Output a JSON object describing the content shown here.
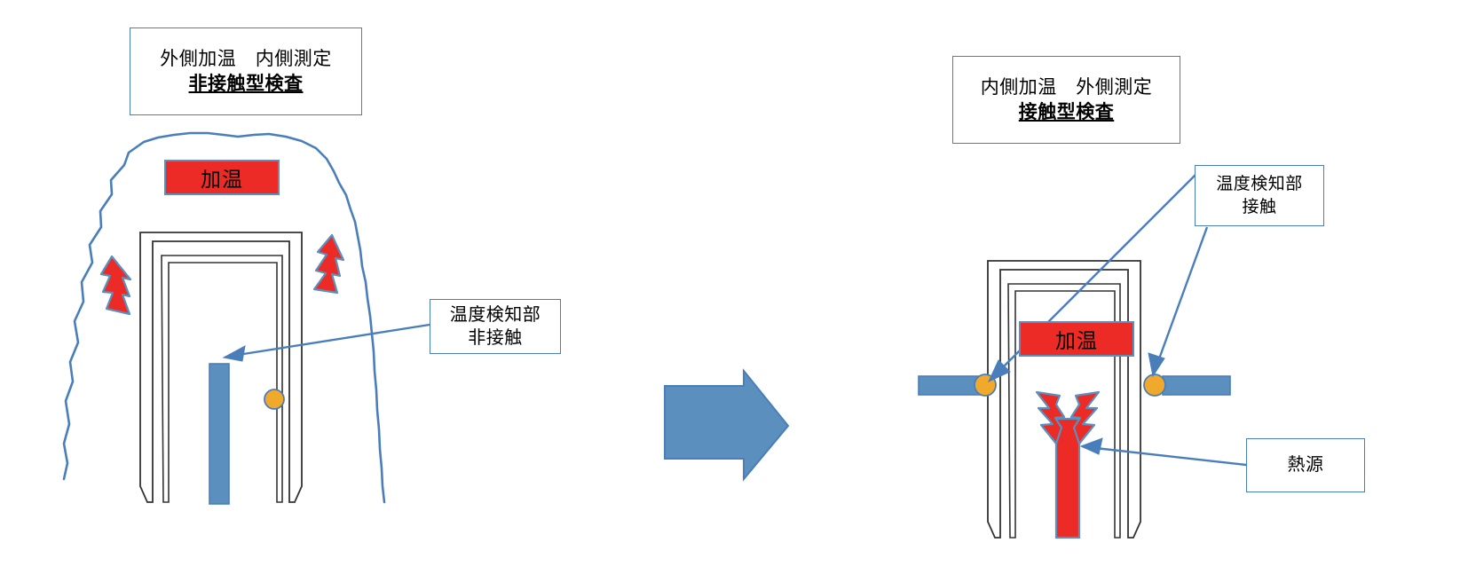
{
  "diagram": {
    "kind": "comparison-diagram",
    "colors": {
      "red": "#ED2B26",
      "blue_accent": "#4A7EBB",
      "blue_fill": "#5B8FBD",
      "orange": "#F0A92B",
      "outline_black": "#333333",
      "white": "#FFFFFF"
    },
    "left_panel": {
      "title": {
        "line1": "外側加温　内側測定",
        "line2": "非接触型検査"
      },
      "heat_label": "加温",
      "annotation": {
        "line1": "温度検知部",
        "line2": "非接触"
      },
      "shapes": {
        "body_outline": "hand-drawn torso",
        "door_frame": "double-walled frame",
        "sensor_bar_color": "#5B8FBD",
        "sensor_dot_color": "#F0A92B",
        "bolts": 2
      }
    },
    "transition": {
      "arrow": "right-block-arrow",
      "color": "#5B8FBD"
    },
    "right_panel": {
      "title": {
        "line1": "内側加温　外側測定",
        "line2": "接触型検査"
      },
      "heat_label": "加温",
      "annotation_sensor": {
        "line1": "温度検知部",
        "line2": "接触"
      },
      "annotation_heat": {
        "line1": "熱源"
      },
      "shapes": {
        "door_frame": "double-walled frame",
        "contact_bar_color": "#5B8FBD",
        "contact_dot_color": "#F0A92B",
        "heat_source_bar_color": "#ED2B26",
        "bolts": 2,
        "contact_points": 2
      }
    }
  }
}
